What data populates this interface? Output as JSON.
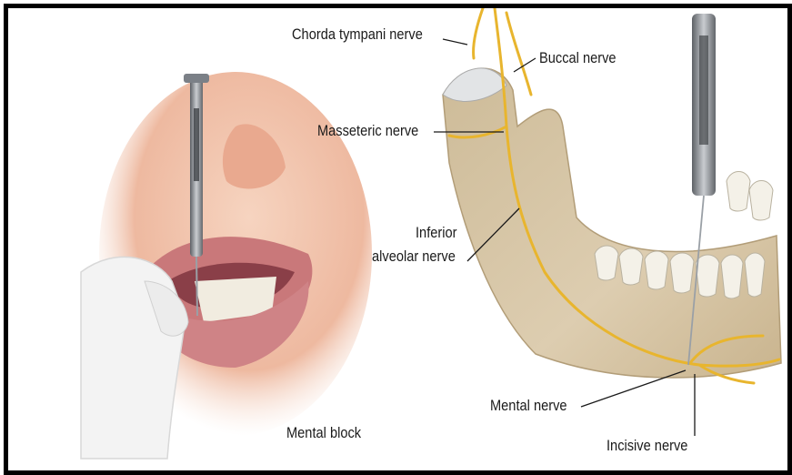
{
  "figure": {
    "left_panel": {
      "caption": "Mental block"
    },
    "right_panel": {
      "labels": {
        "chorda_tympani": "Chorda tympani nerve",
        "buccal": "Buccal nerve",
        "masseteric": "Masseteric nerve",
        "inferior_alveolar_line1": "Inferior",
        "inferior_alveolar_line2": "alveolar nerve",
        "mental": "Mental nerve",
        "incisive": "Incisive nerve"
      }
    },
    "colors": {
      "border": "#000000",
      "skin": "#f0c4ae",
      "lip": "#d98a8a",
      "glove": "#f2f2f2",
      "bone": "#d8c7a8",
      "nerve": "#e8b52e",
      "tooth": "#f4f1e8",
      "syringe": "#8a8f96"
    }
  }
}
